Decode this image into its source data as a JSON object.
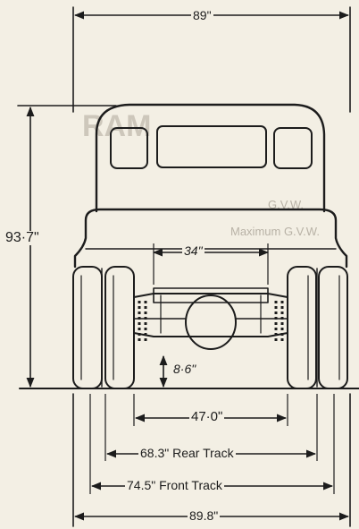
{
  "diagram": {
    "dimensions": {
      "overall_width": "89ʺ",
      "overall_height": "93·7ʺ",
      "axle_width": "34ʺ",
      "ground_clearance": "8·6ʺ",
      "frame_width": "47·0ʺ",
      "rear_track": "68.3ʺ  Rear Track",
      "front_track": "74.5ʺ  Front Track",
      "overall_width_lower": "89.8ʺ"
    },
    "background_bleed_through": {
      "heading_fragment": "RAM",
      "line1": "G.V.W.",
      "line2": "Maximum G.V.W."
    },
    "colors": {
      "paper": "#f3efe4",
      "ink": "#1c1c1c"
    }
  }
}
